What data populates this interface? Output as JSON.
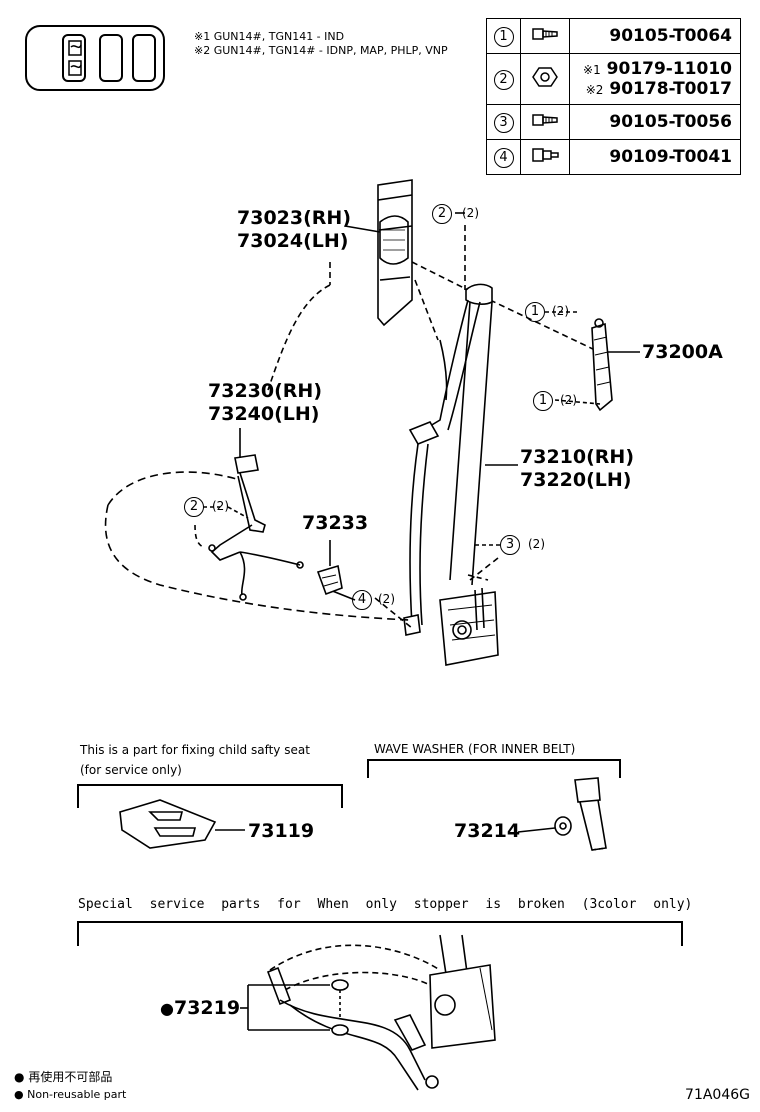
{
  "notes": {
    "line1": "※1 GUN14#, TGN141 - IND",
    "line2": "※2 GUN14#, TGN14# - IDNP, MAP, PHLP, VNP"
  },
  "parts_table": [
    {
      "index": "1",
      "mark": "",
      "numbers": [
        "90105-T0064"
      ]
    },
    {
      "index": "2",
      "marks": [
        "※1",
        "※2"
      ],
      "numbers": [
        "90179-11010",
        "90178-T0017"
      ]
    },
    {
      "index": "3",
      "mark": "",
      "numbers": [
        "90105-T0056"
      ]
    },
    {
      "index": "4",
      "mark": "",
      "numbers": [
        "90109-T0041"
      ]
    }
  ],
  "labels": {
    "p73023": "73023(RH)",
    "p73024": "73024(LH)",
    "p73230": "73230(RH)",
    "p73240": "73240(LH)",
    "p73200A": "73200A",
    "p73210": "73210(RH)",
    "p73220": "73220(LH)",
    "p73233": "73233",
    "p73119": "73119",
    "p73214": "73214",
    "p73219": "73219",
    "ref2_top": "(2)",
    "ref1_a": "(2)",
    "ref1_b": "(2)",
    "ref2_mid": "(2)",
    "ref3": "(2)",
    "ref4": "(2)"
  },
  "circles": {
    "c1": "1",
    "c2": "2",
    "c3": "3",
    "c4": "4"
  },
  "sections": {
    "child_seat_line1": "This is a part for fixing child safty seat",
    "child_seat_line2": "(for service only)",
    "wave_washer": "WAVE WASHER (FOR INNER BELT)",
    "special": "Special service parts for When only stopper is broken (3color only)"
  },
  "legend": {
    "jp": "再使用不可部品",
    "en": "Non-reusable part",
    "bullet": "●"
  },
  "figure_id": "71A046G"
}
